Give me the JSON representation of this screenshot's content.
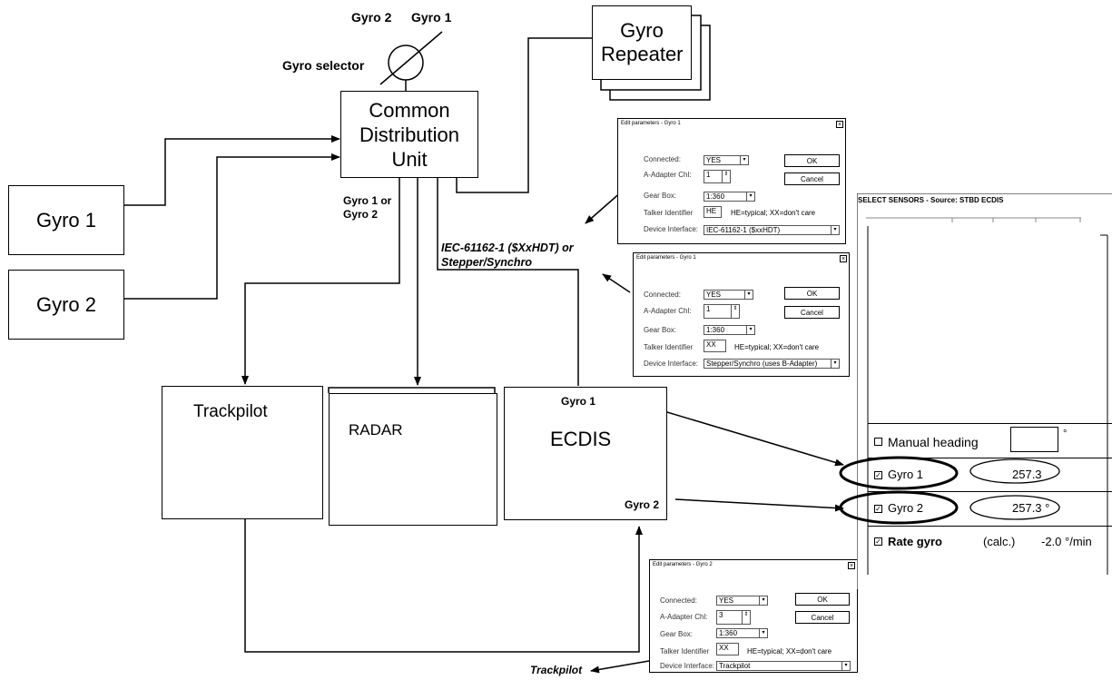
{
  "gyro_selector": {
    "label": "Gyro selector",
    "pos_gyro2": "Gyro 2",
    "pos_gyro1": "Gyro 1"
  },
  "cdu": {
    "label": "Common Distribution Unit"
  },
  "gyro_repeater": {
    "label": "Gyro Repeater"
  },
  "inputs": [
    {
      "label": "Gyro 1"
    },
    {
      "label": "Gyro 2"
    }
  ],
  "labels": {
    "gyro1_or_gyro2": "Gyro 1 or Gyro 2",
    "iec_or_stepper": "IEC-61162-1 ($XxHDT) or Stepper/Synchro",
    "trackpilot_out": "Trackpilot"
  },
  "consumers": {
    "trackpilot": "Trackpilot",
    "radar": "RADAR",
    "ecdis": "ECDIS",
    "ecdis_gyro1": "Gyro 1",
    "ecdis_gyro2": "Gyro 2"
  },
  "dialogs": [
    {
      "title": "Edit parameters - Gyro 1",
      "connected_label": "Connected:",
      "connected": "YES",
      "adapter_label": "A-Adapter Chl:",
      "adapter": "1",
      "gearbox_label": "Gear Box:",
      "gearbox": "1:360",
      "talker_label": "Talker Identifier",
      "talker": "HE",
      "hint": "HE=typical; XX=don't care",
      "iface_label": "Device Interface:",
      "iface": "IEC-61162-1 ($xxHDT)",
      "ok": "OK",
      "cancel": "Cancel"
    },
    {
      "title": "Edit parameters - Gyro 1",
      "connected_label": "Connected:",
      "connected": "YES",
      "adapter_label": "A-Adapter Chl:",
      "adapter": "1",
      "gearbox_label": "Gear Box:",
      "gearbox": "1:360",
      "talker_label": "Talker Identifier",
      "talker": "XX",
      "hint": "HE=typical; XX=don't care",
      "iface_label": "Device Interface:",
      "iface": "Stepper/Synchro (uses B-Adapter)",
      "ok": "OK",
      "cancel": "Cancel"
    },
    {
      "title": "Edit parameters - Gyro 2",
      "connected_label": "Connected:",
      "connected": "YES",
      "adapter_label": "A-Adapter Chl:",
      "adapter": "3",
      "gearbox_label": "Gear Box:",
      "gearbox": "1:360",
      "talker_label": "Talker Identifier",
      "talker": "XX",
      "hint": "HE=typical; XX=don't care",
      "iface_label": "Device Interface:",
      "iface": "Trackpilot",
      "ok": "OK",
      "cancel": "Cancel"
    }
  ],
  "sensors_panel": {
    "title": "SELECT SENSORS - Source: STBD ECDIS",
    "manual_heading": {
      "label": "Manual heading",
      "unit": "°",
      "value": ""
    },
    "gyro1": {
      "label": "Gyro 1",
      "value": "257.3"
    },
    "gyro2": {
      "label": "Gyro 2",
      "value": "257.3 °"
    },
    "rate_gyro": {
      "label": "Rate gyro",
      "calc": "(calc.)",
      "value": "-2.0 °/min"
    }
  }
}
